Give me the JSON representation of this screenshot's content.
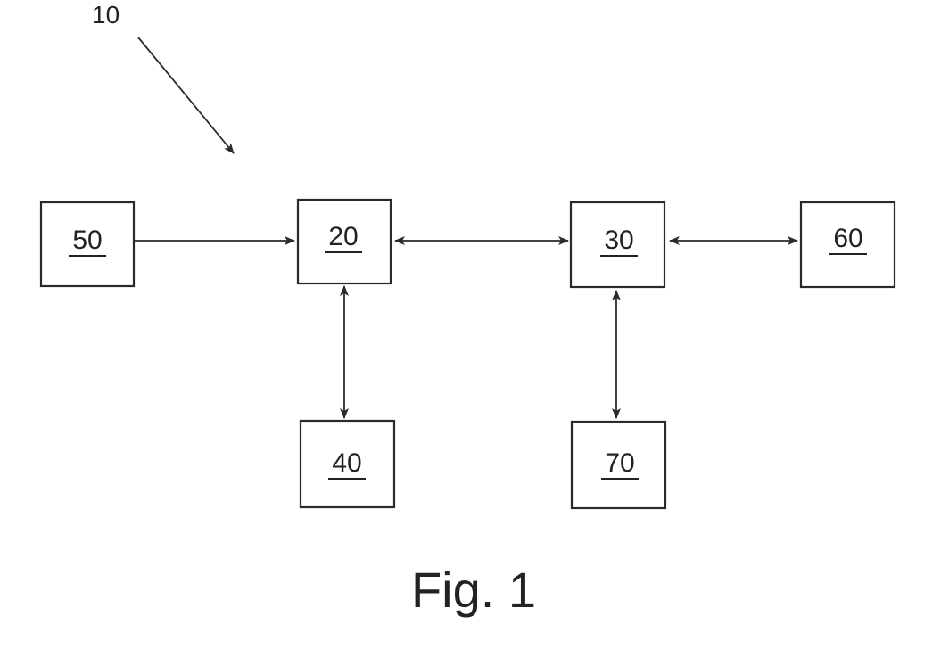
{
  "diagram": {
    "reference_label": "10",
    "caption": "Fig. 1",
    "boxes": [
      {
        "id": "box-50",
        "label": "50"
      },
      {
        "id": "box-20",
        "label": "20"
      },
      {
        "id": "box-30",
        "label": "30"
      },
      {
        "id": "box-60",
        "label": "60"
      },
      {
        "id": "box-40",
        "label": "40"
      },
      {
        "id": "box-70",
        "label": "70"
      }
    ],
    "connections": [
      {
        "from": "50",
        "to": "20",
        "direction": "one-way"
      },
      {
        "from": "20",
        "to": "30",
        "direction": "two-way"
      },
      {
        "from": "30",
        "to": "60",
        "direction": "two-way"
      },
      {
        "from": "20",
        "to": "40",
        "direction": "two-way"
      },
      {
        "from": "30",
        "to": "70",
        "direction": "two-way"
      }
    ]
  }
}
